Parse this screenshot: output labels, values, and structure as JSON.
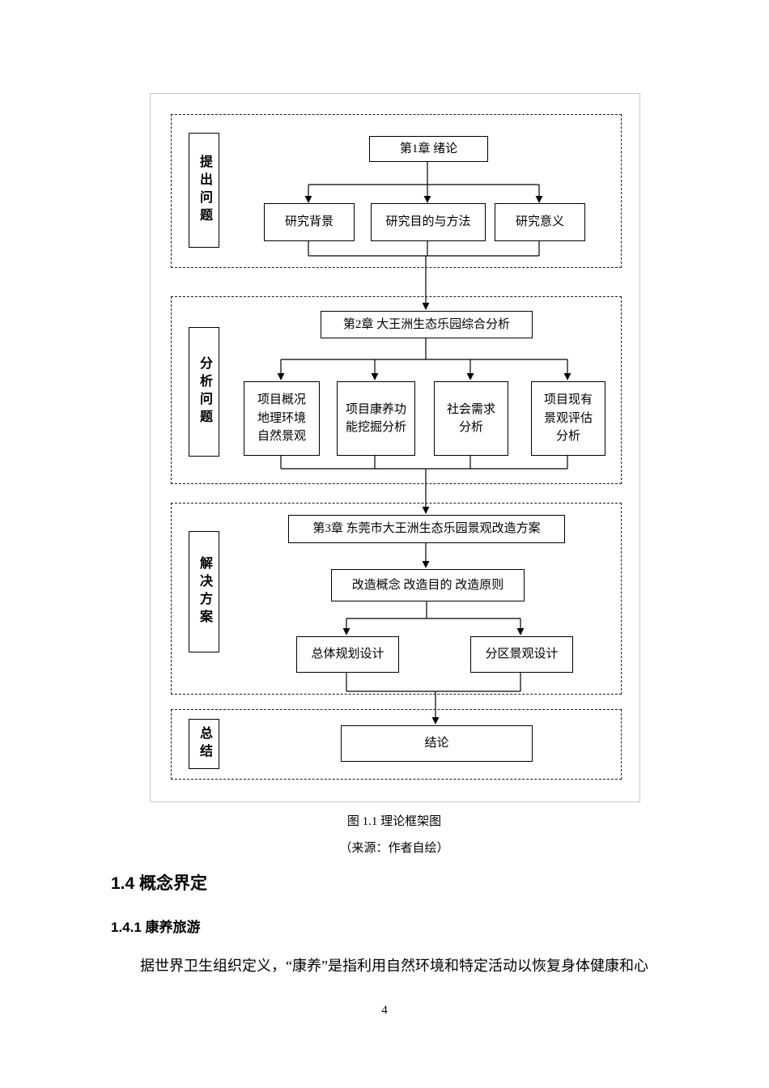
{
  "figure": {
    "sections": [
      {
        "label": "提出问题"
      },
      {
        "label": "分析问题"
      },
      {
        "label": "解决方案"
      },
      {
        "label": "总结"
      }
    ],
    "nodes": {
      "ch1": "第1章 绪论",
      "background": "研究背景",
      "purpose": "研究目的与方法",
      "significance": "研究意义",
      "ch2": "第2章 大王洲生态乐园综合分析",
      "overview": "项目概况\n地理环境\n自然景观",
      "health": "项目康养功\n能挖掘分析",
      "social": "社会需求\n分析",
      "evaluation": "项目现有\n景观评估\n分析",
      "ch3": "第3章 东莞市大王洲生态乐园景观改造方案",
      "concept": "改造概念 改造目的 改造原则",
      "master": "总体规划设计",
      "zone": "分区景观设计",
      "conclusion": "结论"
    },
    "caption": "图 1.1 理论框架图",
    "source": "（来源：作者自绘）"
  },
  "text": {
    "section_heading": "1.4  概念界定",
    "sub_heading": "1.4.1 康养旅游",
    "paragraph": "据世界卫生组织定义，“康养”是指利用自然环境和特定活动以恢复身体健康和心"
  },
  "page_number": "4"
}
